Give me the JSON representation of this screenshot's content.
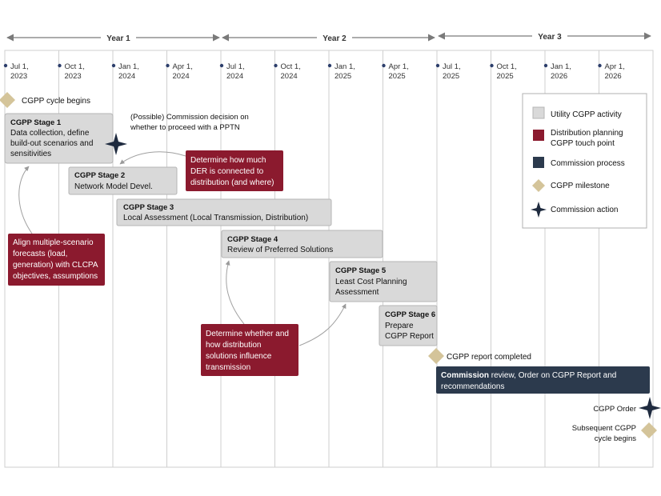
{
  "years": [
    "Year 1",
    "Year 2",
    "Year 3"
  ],
  "dates": [
    [
      "Jul 1,",
      "2023"
    ],
    [
      "Oct 1,",
      "2023"
    ],
    [
      "Jan 1,",
      "2024"
    ],
    [
      "Apr 1,",
      "2024"
    ],
    [
      "Jul 1,",
      "2024"
    ],
    [
      "Oct 1,",
      "2024"
    ],
    [
      "Jan 1,",
      "2025"
    ],
    [
      "Apr 1,",
      "2025"
    ],
    [
      "Jul 1,",
      "2025"
    ],
    [
      "Oct 1,",
      "2025"
    ],
    [
      "Jan 1,",
      "2026"
    ],
    [
      "Apr 1,",
      "2026"
    ]
  ],
  "milestones": {
    "cycle_begins": "CGPP cycle begins",
    "report_completed": "CGPP report completed",
    "subsequent": [
      "Subsequent CGPP",
      "cycle begins"
    ]
  },
  "commission_actions": {
    "decision": [
      "(Possible) Commission decision on",
      "whether to proceed with a PPTN"
    ],
    "order": "CGPP Order"
  },
  "stages": {
    "s1": {
      "title": "CGPP Stage 1",
      "lines": [
        "Data collection, define",
        "build-out scenarios and",
        "sensitivities"
      ]
    },
    "s2": {
      "title": "CGPP Stage 2",
      "lines": [
        "Network Model Devel."
      ]
    },
    "s3": {
      "title": "CGPP Stage 3",
      "lines": [
        "Local Assessment (Local Transmission, Distribution)"
      ]
    },
    "s4": {
      "title": "CGPP Stage 4",
      "lines": [
        "Review of Preferred Solutions"
      ]
    },
    "s5": {
      "title": "CGPP Stage 5",
      "lines": [
        "Least Cost Planning",
        "Assessment"
      ]
    },
    "s6": {
      "title": "CGPP Stage 6",
      "lines": [
        "Prepare",
        "CGPP Report"
      ]
    }
  },
  "touch_points": {
    "der": [
      "Determine how much",
      "DER is connected to",
      "distribution (and where)"
    ],
    "align": [
      "Align multiple-scenario",
      "forecasts (load,",
      "generation) with CLCPA",
      "objectives, assumptions"
    ],
    "influence": [
      "Determine whether and",
      "how distribution",
      "solutions influence",
      "transmission"
    ]
  },
  "commission_process": {
    "bold": "Commission",
    "line1_rest": " review, Order on CGPP Report and",
    "line2": "recommendations"
  },
  "legend": [
    {
      "label": [
        "Utility CGPP activity"
      ],
      "swatch": "utility"
    },
    {
      "label": [
        "Distribution planning",
        "CGPP  touch point"
      ],
      "swatch": "distribution"
    },
    {
      "label": [
        "Commission process"
      ],
      "swatch": "commission"
    },
    {
      "label": [
        "CGPP milestone"
      ],
      "swatch": "milestone"
    },
    {
      "label": [
        "Commission action"
      ],
      "swatch": "star"
    }
  ],
  "colors": {
    "utility": "#d9d9d9",
    "distribution": "#8b1a2e",
    "commission": "#2c3a4d",
    "milestone": "#d4c49a",
    "star": "#1f2b3f",
    "dot": "#2c3e6b",
    "grid": "#cfcfcf"
  }
}
